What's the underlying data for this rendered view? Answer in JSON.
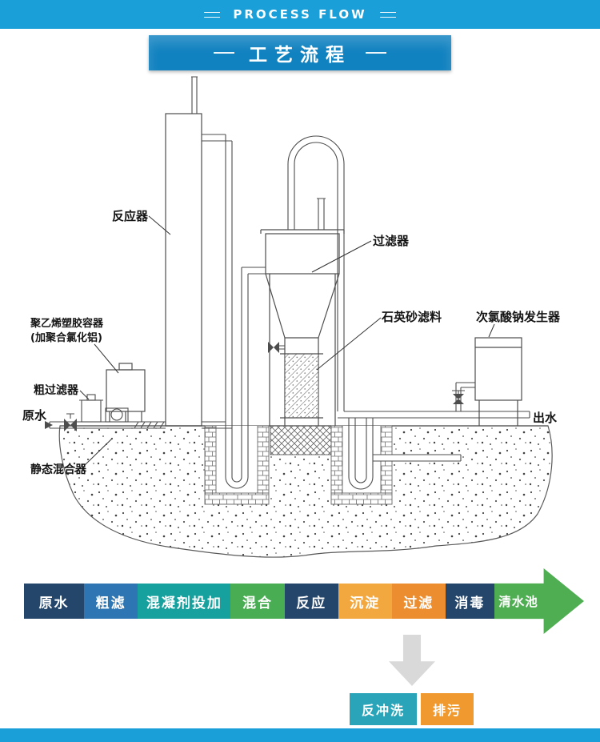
{
  "theme": {
    "header_bg": "#1b9fd8",
    "ribbon_bg": "#1182c0",
    "footer_bg": "#1b9fd8"
  },
  "header": {
    "title_en": "PROCESS FLOW",
    "title_zh": "工艺流程"
  },
  "diagram": {
    "labels": {
      "reactor": "反应器",
      "filter": "过滤器",
      "quartz_sand_media": "石英砂滤料",
      "sodium_hypochlorite_generator": "次氯酸钠发生器",
      "pe_container_line1": "聚乙烯塑胶容器",
      "pe_container_line2": "(加聚合氯化铝)",
      "coarse_filter": "粗过滤器",
      "raw_water": "原水",
      "out_water": "出水",
      "static_mixer": "静态混合器"
    }
  },
  "flow_bar": {
    "steps": [
      {
        "label": "原水",
        "color": "#24466b"
      },
      {
        "label": "粗滤",
        "color": "#2e76b3"
      },
      {
        "label": "混凝剂投加",
        "color": "#16a19e"
      },
      {
        "label": "混合",
        "color": "#48ad53"
      },
      {
        "label": "反应",
        "color": "#24466b"
      },
      {
        "label": "沉淀",
        "color": "#f2a83e"
      },
      {
        "label": "过滤",
        "color": "#ec8e2f"
      },
      {
        "label": "消毒",
        "color": "#24466b"
      },
      {
        "label": "清水池",
        "color": "#4fae52"
      }
    ]
  },
  "sub_flow": {
    "backwash_label": "反冲洗",
    "backwash_color": "#2aa4b8",
    "drain_label": "排污",
    "drain_color": "#f0992e",
    "down_arrow_color": "#d9d9d9"
  }
}
